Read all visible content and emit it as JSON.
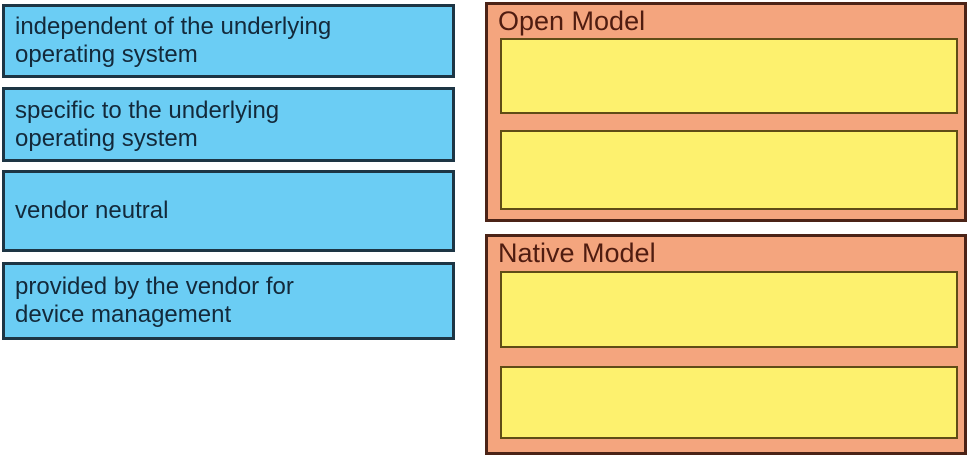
{
  "exercise": {
    "kind": "drag-and-drop-matching",
    "options": {
      "fill_color": "#6bcdf4",
      "border_color": "#1d3544",
      "text_color": "#13293a",
      "items": [
        {
          "label": "independent of the underlying\noperating system"
        },
        {
          "label": "specific to the underlying\noperating system"
        },
        {
          "label": "vendor neutral"
        },
        {
          "label": "provided by the vendor for\ndevice management"
        }
      ]
    },
    "targets": {
      "fill_color": "#f4a57e",
      "border_color": "#4b2317",
      "title_color": "#4f1c10",
      "slot_fill_color": "#fdf16e",
      "slot_border_color": "#5f4c16",
      "groups": [
        {
          "title": "Open Model",
          "empty_slots": 2
        },
        {
          "title": "Native Model",
          "empty_slots": 2
        }
      ]
    }
  }
}
